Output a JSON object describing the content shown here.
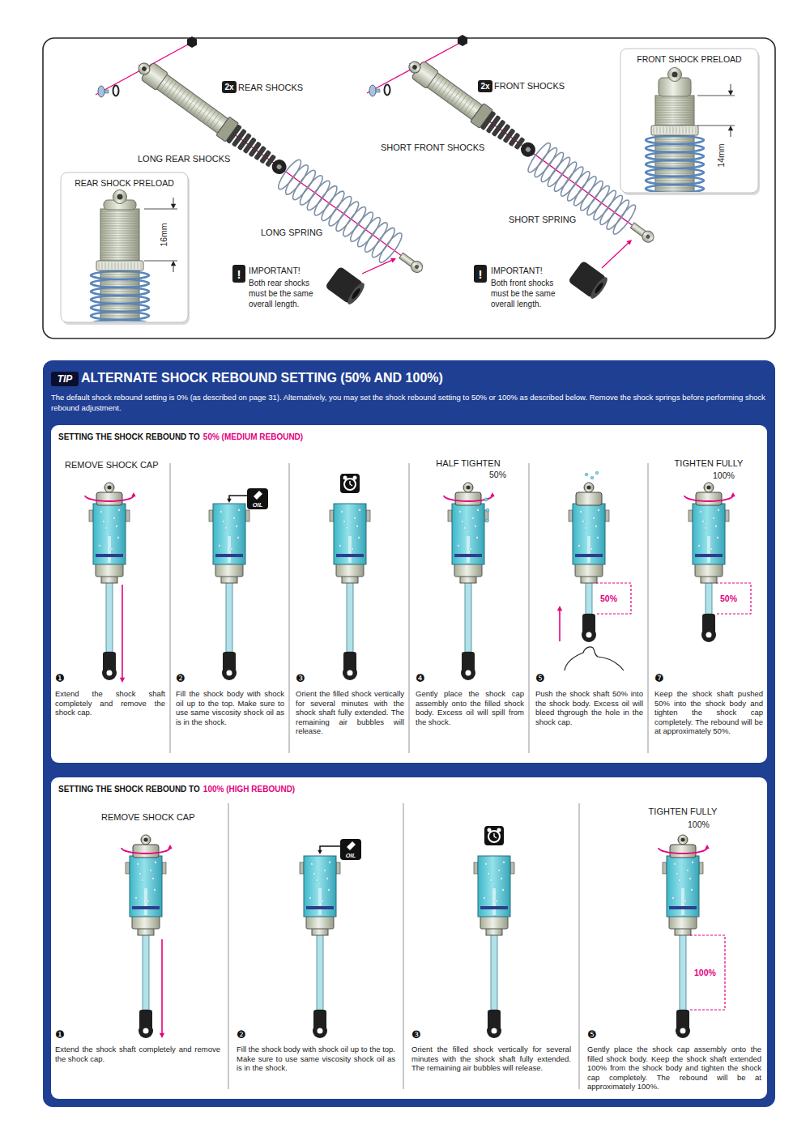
{
  "diagram": {
    "nodes": [
      {
        "text": [
          "REAR SHOCK PRELOAD"
        ]
      },
      {
        "text": [
          "2x"
        ]
      },
      {
        "text": [
          "2x"
        ]
      },
      {
        "text": [
          "FRONT SHOCK PRELOAD"
        ]
      },
      {
        "text": [
          "!"
        ]
      },
      {
        "text": [
          "!"
        ]
      },
      {
        "text": [
          "ALTERNATE SHOCK REBOUND SETTING (50% AND 100%)",
          "The default shock rebound setting is 0% (as described on page 31). Alternatively, you may set the shock rebound setting to 50% or 100% as described below. Remove the shock springs before performing shock rebound adjustment."
        ]
      },
      {
        "text": [
          "TIP"
        ],
        "in": 6
      },
      {
        "text": [
          "SETTING THE SHOCK REBOUND TO",
          "50% (MEDIUM REBOUND)"
        ],
        "in": 6
      },
      {
        "text": [
          "SETTING THE SHOCK REBOUND TO",
          "100% (HIGH REBOUND)"
        ],
        "in": 6
      }
    ],
    "labels": [
      "REAR SHOCKS",
      "FRONT SHOCKS",
      "LONG REAR SHOCKS",
      "SHORT FRONT SHOCKS",
      "16mm",
      "14mm",
      "LONG SPRING",
      "SHORT SPRING",
      "IMPORTANT!",
      "Both rear shocks must be the same overall length.",
      "IMPORTANT!",
      "Both front shocks must be the same overall length.",
      "REMOVE SHOCK CAP",
      "OIL",
      "HALF TIGHTEN",
      "50%",
      "TIGHTEN FULLY",
      "100%",
      "50%",
      "50%",
      "❶",
      "Extend the shock shaft completely and remove the shock cap.",
      "❷",
      "Fill the shock body with shock oil up to the top. Make sure to use same viscosity shock oil as is in the shock.",
      "❸",
      "Orient the filled shock vertically for several minutes with the shock shaft fully extended. The remaining air bubbles will release.",
      "❹",
      "Gently place the shock cap assembly onto the filled shock body. Excess oil will spill from the shock.",
      "❺",
      "Push the shock shaft 50% into the shock body. Excess oil will bleed thgrough the hole in the shock cap.",
      "❼",
      "Keep the shock shaft pushed 50% into the shock body and tighten the shock cap completely. The rebound will be at approximately 50%.",
      "REMOVE SHOCK CAP",
      "OIL",
      "TIGHTEN FULLY",
      "100%",
      "100%",
      "❶",
      "Extend the shock shaft completely and remove the shock cap.",
      "❷",
      "Fill the shock body with shock oil up to the top. Make sure to use same viscosity shock oil as is in the shock.",
      "❸",
      "Orient the filled shock vertically for several minutes with the shock shaft fully extended. The remaining air bubbles will release.",
      "❺",
      "Gently place the shock cap assembly onto the filled shock body. Keep the shock shaft extended 100% from the shock body and tighten the shock cap completely. The rebound will be at approximately 100%."
    ]
  }
}
